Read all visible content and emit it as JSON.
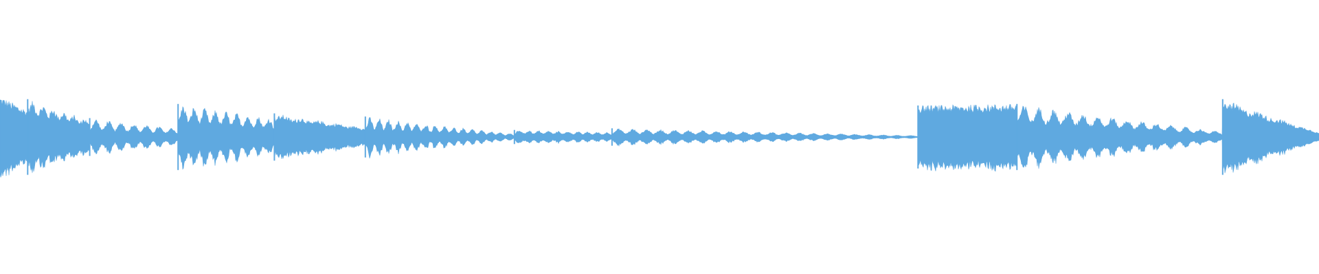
{
  "waveform": {
    "color": "#5fa9e0",
    "background": "#ffffff",
    "segments": [
      {
        "start": 0.0,
        "end": 0.021,
        "peak": 0.26,
        "decay": 0.35,
        "osc_amp": 0.0,
        "osc_freq": 0
      },
      {
        "start": 0.021,
        "end": 0.068,
        "peak": 0.24,
        "decay": 0.55,
        "osc_amp": 0.25,
        "osc_freq": 6
      },
      {
        "start": 0.068,
        "end": 0.135,
        "peak": 0.12,
        "decay": 0.55,
        "osc_amp": 0.55,
        "osc_freq": 7
      },
      {
        "start": 0.135,
        "end": 0.208,
        "peak": 0.21,
        "decay": 0.45,
        "osc_amp": 0.45,
        "osc_freq": 9
      },
      {
        "start": 0.208,
        "end": 0.277,
        "peak": 0.15,
        "decay": 0.6,
        "osc_amp": 0.15,
        "osc_freq": 5
      },
      {
        "start": 0.277,
        "end": 0.39,
        "peak": 0.13,
        "decay": 0.85,
        "osc_amp": 0.55,
        "osc_freq": 16
      },
      {
        "start": 0.39,
        "end": 0.464,
        "peak": 0.045,
        "decay": 0.35,
        "osc_amp": 0.45,
        "osc_freq": 10
      },
      {
        "start": 0.464,
        "end": 0.696,
        "peak": 0.055,
        "decay": 0.85,
        "osc_amp": 0.55,
        "osc_freq": 22
      },
      {
        "start": 0.696,
        "end": 0.771,
        "peak": 0.2,
        "decay": -0.05,
        "osc_amp": 0.0,
        "osc_freq": 0
      },
      {
        "start": 0.771,
        "end": 0.927,
        "peak": 0.21,
        "decay": 0.85,
        "osc_amp": 0.45,
        "osc_freq": 14
      },
      {
        "start": 0.927,
        "end": 1.0,
        "peak": 0.24,
        "decay": 0.88,
        "osc_amp": 0.1,
        "osc_freq": 4
      }
    ]
  }
}
